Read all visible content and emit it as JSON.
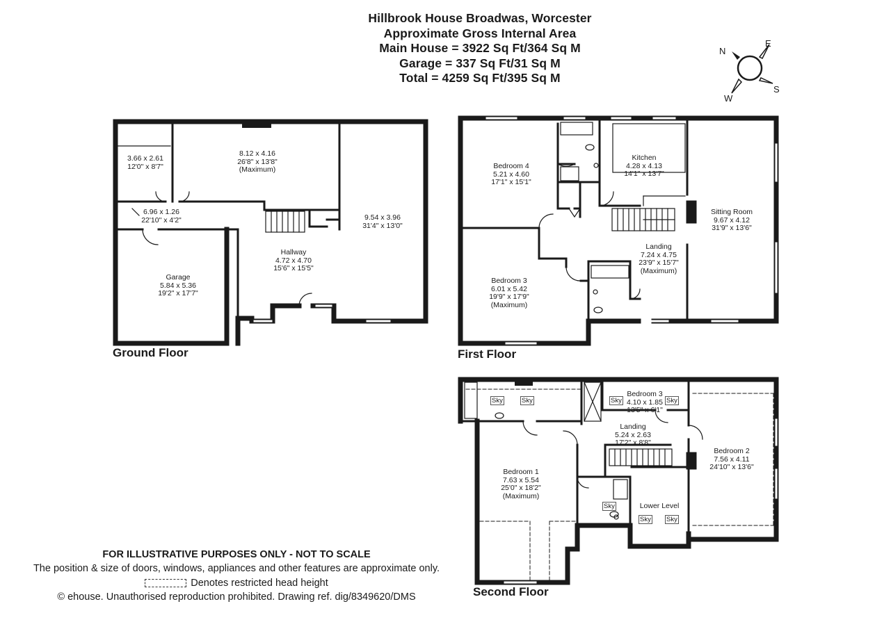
{
  "header": {
    "title": "Hillbrook House Broadwas, Worcester",
    "subtitle": "Approximate Gross Internal Area",
    "main_house": "Main House = 3922 Sq Ft/364 Sq M",
    "garage": "Garage = 337 Sq Ft/31 Sq M",
    "total": "Total = 4259 Sq Ft/395 Sq M"
  },
  "compass": {
    "n": "N",
    "e": "E",
    "s": "S",
    "w": "W"
  },
  "ground_floor": {
    "label": "Ground Floor",
    "rooms": [
      {
        "id": "store",
        "name": "",
        "metric": "3.66 x 2.61",
        "imperial": "12'0\" x 8'7\"",
        "note": ""
      },
      {
        "id": "reception",
        "name": "",
        "metric": "8.12 x 4.16",
        "imperial": "26'8\" x 13'8\"",
        "note": "(Maximum)"
      },
      {
        "id": "utility",
        "name": "",
        "metric": "6.96 x 1.26",
        "imperial": "22'10\" x 4'2\"",
        "note": ""
      },
      {
        "id": "dining",
        "name": "",
        "metric": "9.54 x 3.96",
        "imperial": "31'4\" x 13'0\"",
        "note": ""
      },
      {
        "id": "hallway",
        "name": "Hallway",
        "metric": "4.72 x 4.70",
        "imperial": "15'6\" x 15'5\"",
        "note": ""
      },
      {
        "id": "garage",
        "name": "Garage",
        "metric": "5.84 x 5.36",
        "imperial": "19'2\" x 17'7\"",
        "note": ""
      }
    ]
  },
  "first_floor": {
    "label": "First Floor",
    "rooms": [
      {
        "id": "bedroom4",
        "name": "Bedroom 4",
        "metric": "5.21 x 4.60",
        "imperial": "17'1\" x 15'1\"",
        "note": ""
      },
      {
        "id": "kitchen",
        "name": "Kitchen",
        "metric": "4.28 x 4.13",
        "imperial": "14'1\" x 13'7\"",
        "note": ""
      },
      {
        "id": "sitting",
        "name": "Sitting Room",
        "metric": "9.67 x 4.12",
        "imperial": "31'9\" x 13'6\"",
        "note": ""
      },
      {
        "id": "landing1",
        "name": "Landing",
        "metric": "7.24 x 4.75",
        "imperial": "23'9\" x 15'7\"",
        "note": "(Maximum)"
      },
      {
        "id": "bedroom3",
        "name": "Bedroom 3",
        "metric": "6.01 x 5.42",
        "imperial": "19'9\" x 17'9\"",
        "note": "(Maximum)"
      }
    ]
  },
  "second_floor": {
    "label": "Second Floor",
    "rooms": [
      {
        "id": "bedroom3b",
        "name": "Bedroom 3",
        "metric": "4.10 x 1.85",
        "imperial": "13'5\" x 6'1\"",
        "note": ""
      },
      {
        "id": "landing2",
        "name": "Landing",
        "metric": "5.24 x 2.63",
        "imperial": "17'2\" x 8'8\"",
        "note": ""
      },
      {
        "id": "bedroom2",
        "name": "Bedroom 2",
        "metric": "7.56 x 4.11",
        "imperial": "24'10\" x 13'6\"",
        "note": ""
      },
      {
        "id": "bedroom1",
        "name": "Bedroom 1",
        "metric": "7.63 x 5.54",
        "imperial": "25'0\" x 18'2\"",
        "note": "(Maximum)"
      },
      {
        "id": "lower",
        "name": "Lower Level",
        "metric": "",
        "imperial": "",
        "note": ""
      }
    ],
    "sky_label": "Sky"
  },
  "footer": {
    "disclaimer_title": "FOR ILLUSTRATIVE PURPOSES ONLY - NOT TO SCALE",
    "disclaimer_text": "The position & size of doors, windows, appliances and other features are approximate only.",
    "legend_text": "Denotes restricted head height",
    "copyright": "© ehouse. Unauthorised reproduction prohibited. Drawing ref. dig/8349620/DMS"
  },
  "colors": {
    "wall": "#1a1a1a",
    "background": "#ffffff",
    "line": "#555555"
  }
}
